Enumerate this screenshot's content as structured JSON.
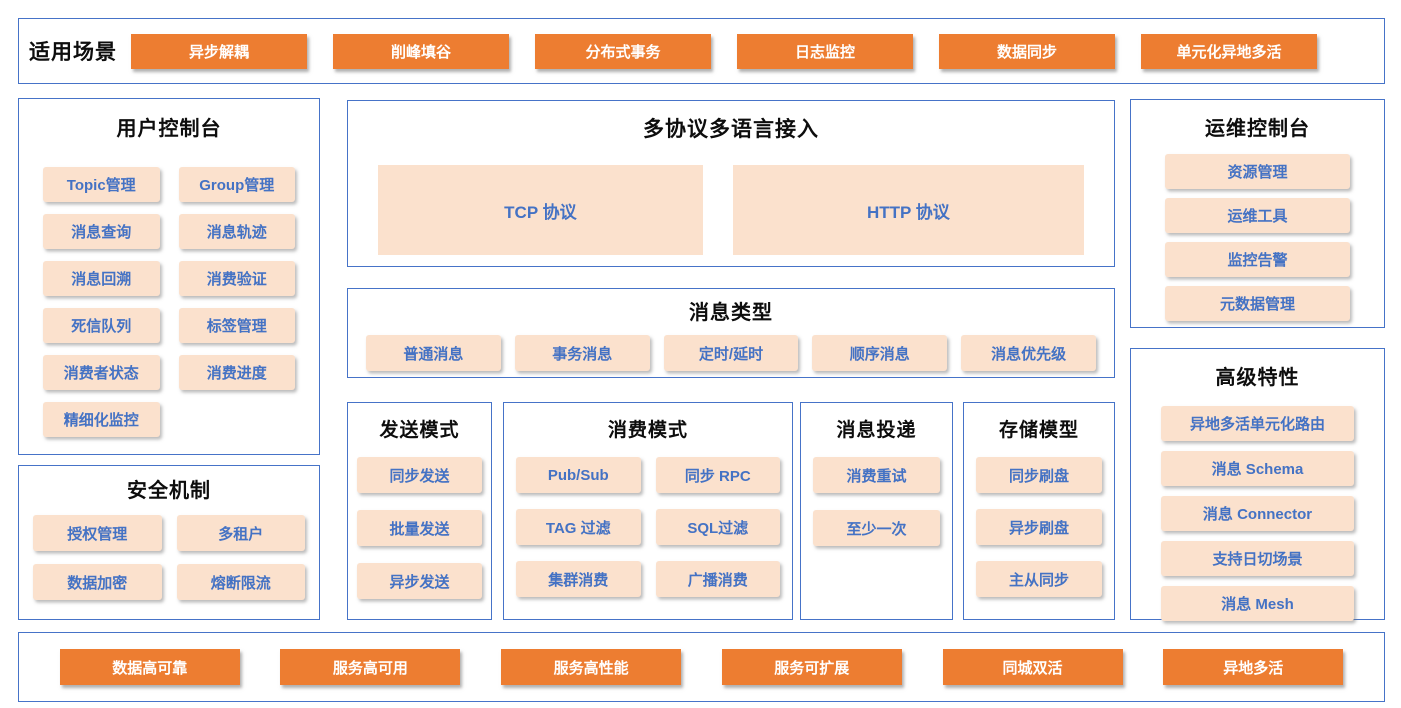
{
  "colors": {
    "orange": "#ED7D31",
    "peach": "#FBE1CD",
    "blue": "#4472C4",
    "panel_border": "#4673C8"
  },
  "top_bar": {
    "label": "适用场景",
    "buttons": [
      "异步解耦",
      "削峰填谷",
      "分布式事务",
      "日志监控",
      "数据同步",
      "单元化异地多活"
    ]
  },
  "user_console": {
    "title": "用户控制台",
    "items": [
      "Topic管理",
      "Group管理",
      "消息查询",
      "消息轨迹",
      "消息回溯",
      "消费验证",
      "死信队列",
      "标签管理",
      "消费者状态",
      "消费进度",
      "精细化监控"
    ]
  },
  "security": {
    "title": "安全机制",
    "items": [
      "授权管理",
      "多租户",
      "数据加密",
      "熔断限流"
    ]
  },
  "protocol": {
    "title": "多协议多语言接入",
    "items": [
      "TCP 协议",
      "HTTP 协议"
    ]
  },
  "message_types": {
    "title": "消息类型",
    "items": [
      "普通消息",
      "事务消息",
      "定时/延时",
      "顺序消息",
      "消息优先级"
    ]
  },
  "send_modes": {
    "title": "发送模式",
    "items": [
      "同步发送",
      "批量发送",
      "异步发送"
    ]
  },
  "consume_modes": {
    "title": "消费模式",
    "items": [
      "Pub/Sub",
      "同步 RPC",
      "TAG 过滤",
      "SQL过滤",
      "集群消费",
      "广播消费"
    ]
  },
  "delivery": {
    "title": "消息投递",
    "items": [
      "消费重试",
      "至少一次"
    ]
  },
  "storage": {
    "title": "存储模型",
    "items": [
      "同步刷盘",
      "异步刷盘",
      "主从同步"
    ]
  },
  "ops_console": {
    "title": "运维控制台",
    "items": [
      "资源管理",
      "运维工具",
      "监控告警",
      "元数据管理"
    ]
  },
  "advanced": {
    "title": "高级特性",
    "items": [
      "异地多活单元化路由",
      "消息 Schema",
      "消息 Connector",
      "支持日切场景",
      "消息  Mesh"
    ]
  },
  "bottom_bar": {
    "buttons": [
      "数据高可靠",
      "服务高可用",
      "服务高性能",
      "服务可扩展",
      "同城双活",
      "异地多活"
    ]
  }
}
